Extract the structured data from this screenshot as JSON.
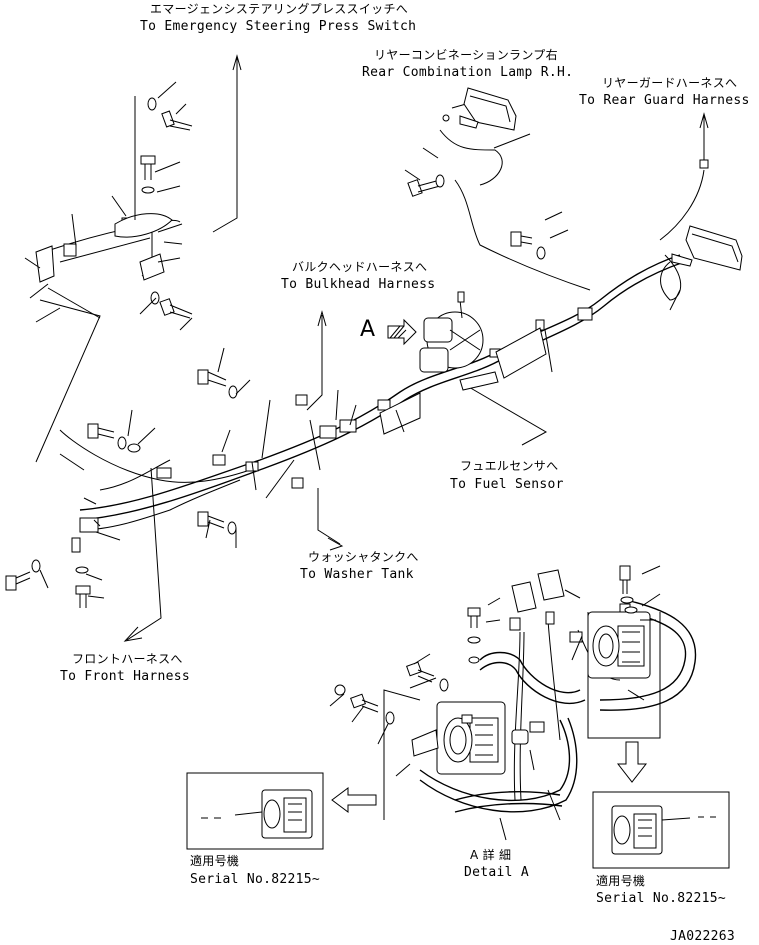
{
  "labels": {
    "emergency_jp": "エマージェンシステアリングプレススイッチへ",
    "emergency_en": "To Emergency Steering Press Switch",
    "rear_lamp_jp": "リヤーコンビネーションランプ右",
    "rear_lamp_en": "Rear Combination Lamp R.H.",
    "rear_guard_jp": "リヤーガードハーネスへ",
    "rear_guard_en": "To Rear Guard Harness",
    "bulkhead_jp": "バルクヘッドハーネスへ",
    "bulkhead_en": "To Bulkhead Harness",
    "fuel_jp": "フュエルセンサへ",
    "fuel_en": "To Fuel Sensor",
    "washer_jp": "ウォッシャタンクへ",
    "washer_en": "To Washer Tank",
    "front_jp": "フロントハーネスへ",
    "front_en": "To Front Harness",
    "view_a": "A",
    "detail_jp": "A 詳 細",
    "detail_en": "Detail A",
    "serial_left_jp": "適用号機",
    "serial_left_en": "Serial No.82215~",
    "serial_right_jp": "適用号機",
    "serial_right_en": "Serial No.82215~",
    "drawing_id": "JA022263"
  }
}
